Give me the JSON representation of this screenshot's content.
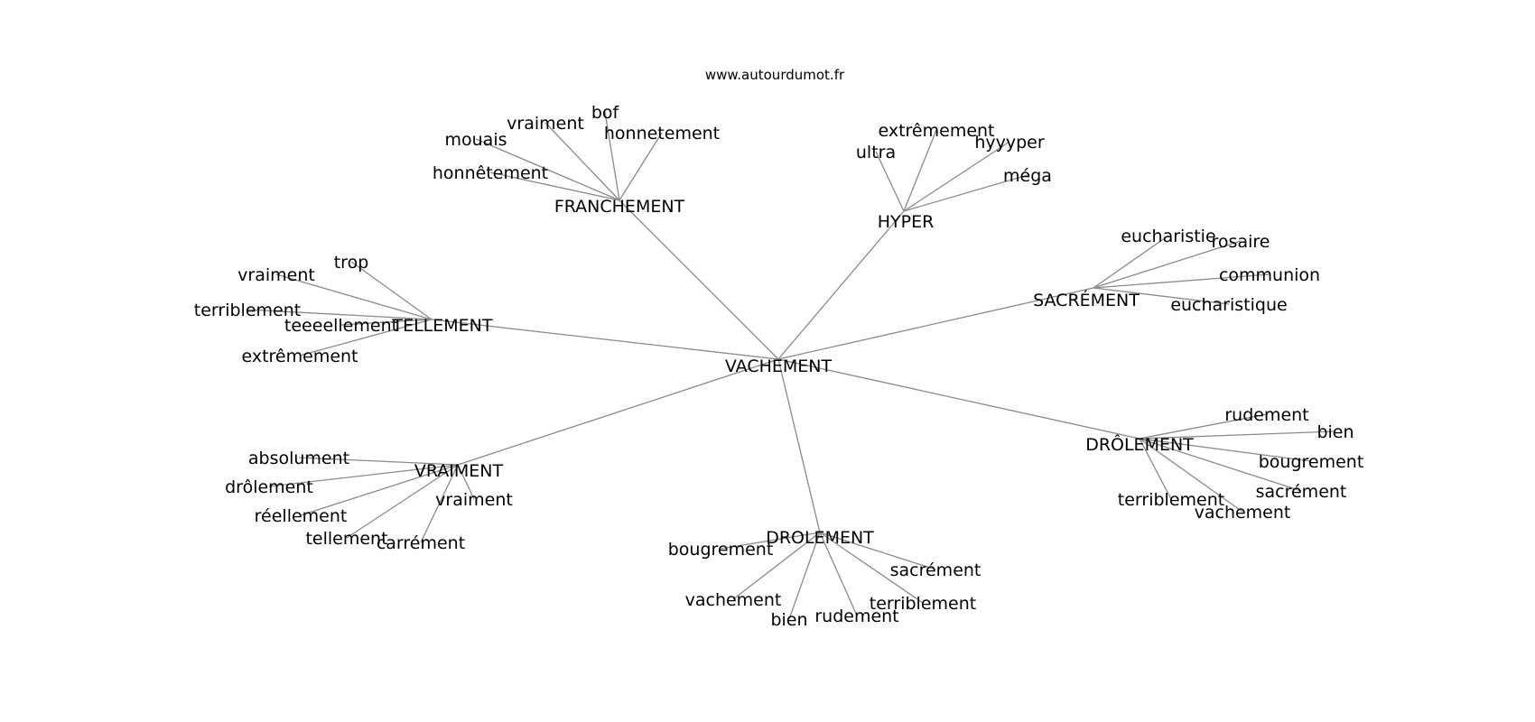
{
  "source_label": "www.autourdumot.fr",
  "root": "VACHEMENT",
  "hubs": [
    {
      "label": "FRANCHEMENT",
      "leaves": [
        "vraiment",
        "bof",
        "honnetement",
        "mouais",
        "honnêtement"
      ]
    },
    {
      "label": "HYPER",
      "leaves": [
        "extrêmement",
        "ultra",
        "hyyyper",
        "méga"
      ]
    },
    {
      "label": "SACRÉMENT",
      "leaves": [
        "eucharistie",
        "rosaire",
        "communion",
        "eucharistique"
      ]
    },
    {
      "label": "TELLEMENT",
      "leaves": [
        "trop",
        "vraiment",
        "terriblement",
        "teeeellement",
        "extrêmement"
      ]
    },
    {
      "label": "DRÔLEMENT",
      "leaves": [
        "rudement",
        "bien",
        "bougrement",
        "sacrément",
        "terriblement",
        "vachement"
      ]
    },
    {
      "label": "VRAIMENT",
      "leaves": [
        "absolument",
        "drôlement",
        "réellement",
        "vraiment",
        "tellement",
        "carrément"
      ]
    },
    {
      "label": "DROLEMENT",
      "leaves": [
        "bougrement",
        "sacrément",
        "vachement",
        "terriblement",
        "bien",
        "rudement"
      ]
    }
  ]
}
